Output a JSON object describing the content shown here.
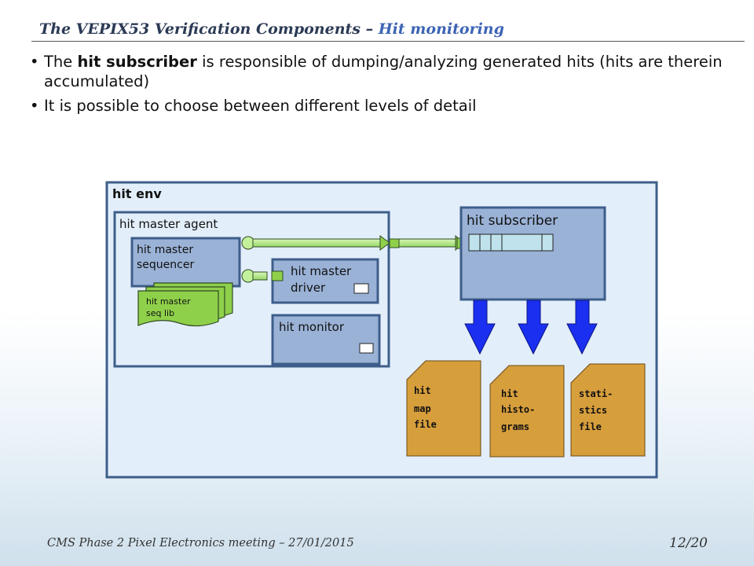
{
  "slide": {
    "title_main": "The VEPIX53 Verification Components – ",
    "title_highlight": "Hit monitoring",
    "bullet1": {
      "before": "The ",
      "bold": "hit subscriber",
      "after": " is responsible of dumping/analyzing generated hits (hits are therein accumulated)"
    },
    "bullet2": "It is possible to choose between different levels of detail",
    "footer_left": "CMS Phase 2 Pixel Electronics meeting – 27/01/2015",
    "footer_right": "12/20"
  },
  "diagram": {
    "env_label": "hit env",
    "agent_label": "hit master agent",
    "sequencer_line1": "hit master",
    "sequencer_line2": "sequencer",
    "seqlib_line1": "hit master",
    "seqlib_line2": "seq lib",
    "driver_line1": "hit master",
    "driver_line2": "driver",
    "monitor_label": "hit monitor",
    "subscriber_label": "hit subscriber",
    "file1_lines": [
      "hit",
      "map",
      "file"
    ],
    "file2_lines": [
      "hit",
      "histo-",
      "grams"
    ],
    "file3_lines": [
      "stati-",
      "stics",
      "file"
    ]
  },
  "colors": {
    "title_dark": "#2b3a55",
    "title_highlight": "#3c64b4",
    "env_fill": "#e3eefb",
    "border_blue": "#3d5e8a",
    "component_fill": "#9ab2d6",
    "green": "#8fd04a",
    "green_port": "#c3f09a",
    "arrow_blue": "#1b2ff0",
    "file_fill": "#d79e3c"
  }
}
